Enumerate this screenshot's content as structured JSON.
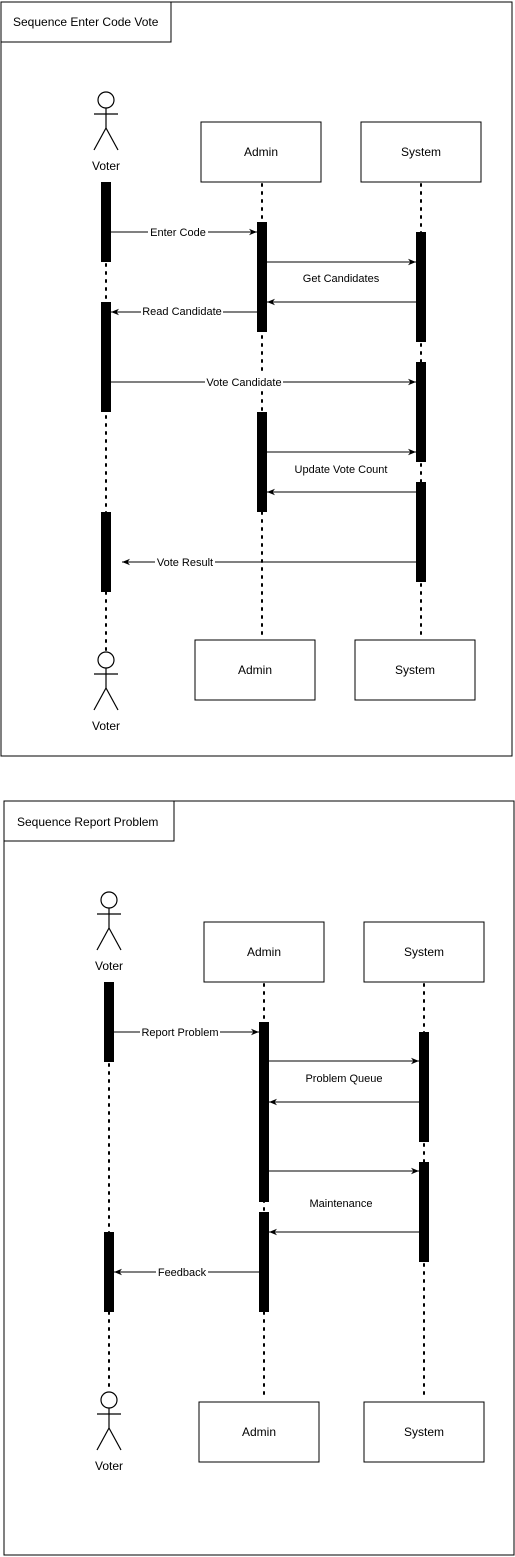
{
  "diagrams": [
    {
      "title": "Sequence Enter Code Vote",
      "participants": {
        "voter": "Voter",
        "admin": "Admin",
        "system": "System"
      },
      "messages": [
        "Enter Code",
        "Get Candidates",
        "Read Candidate",
        "Vote Candidate",
        "Update Vote Count",
        "Vote Result"
      ]
    },
    {
      "title": "Sequence Report Problem",
      "participants": {
        "voter": "Voter",
        "admin": "Admin",
        "system": "System"
      },
      "messages": [
        "Report Problem",
        "Problem Queue",
        "Maintenance",
        "Feedback"
      ]
    }
  ]
}
